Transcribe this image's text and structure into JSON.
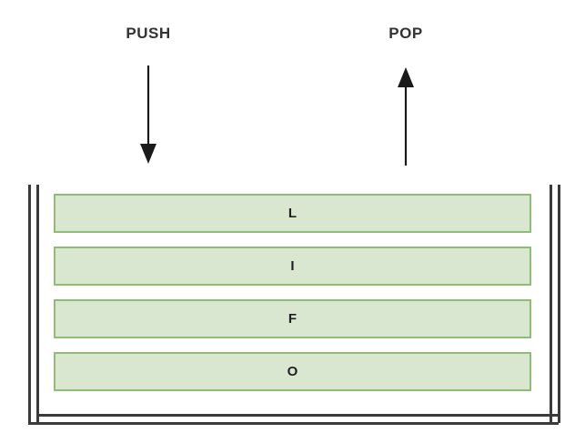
{
  "diagram": {
    "title": "Stack LIFO diagram",
    "background_color": "#ffffff",
    "operations": [
      {
        "name": "push",
        "label": "PUSH",
        "arrow_direction": "down",
        "arrow_color": "#1a1a1a"
      },
      {
        "name": "pop",
        "label": "POP",
        "arrow_direction": "up",
        "arrow_color": "#1a1a1a"
      }
    ],
    "stack": {
      "wall_color": "#3a3a3a",
      "cell_fill_color": "#d9e7d0",
      "cell_border_color": "#8fbc77",
      "cell_text_color": "#202020",
      "cells": [
        {
          "label": "L",
          "position": "top"
        },
        {
          "label": "I",
          "position": "second"
        },
        {
          "label": "F",
          "position": "third"
        },
        {
          "label": "O",
          "position": "bottom"
        }
      ]
    }
  }
}
